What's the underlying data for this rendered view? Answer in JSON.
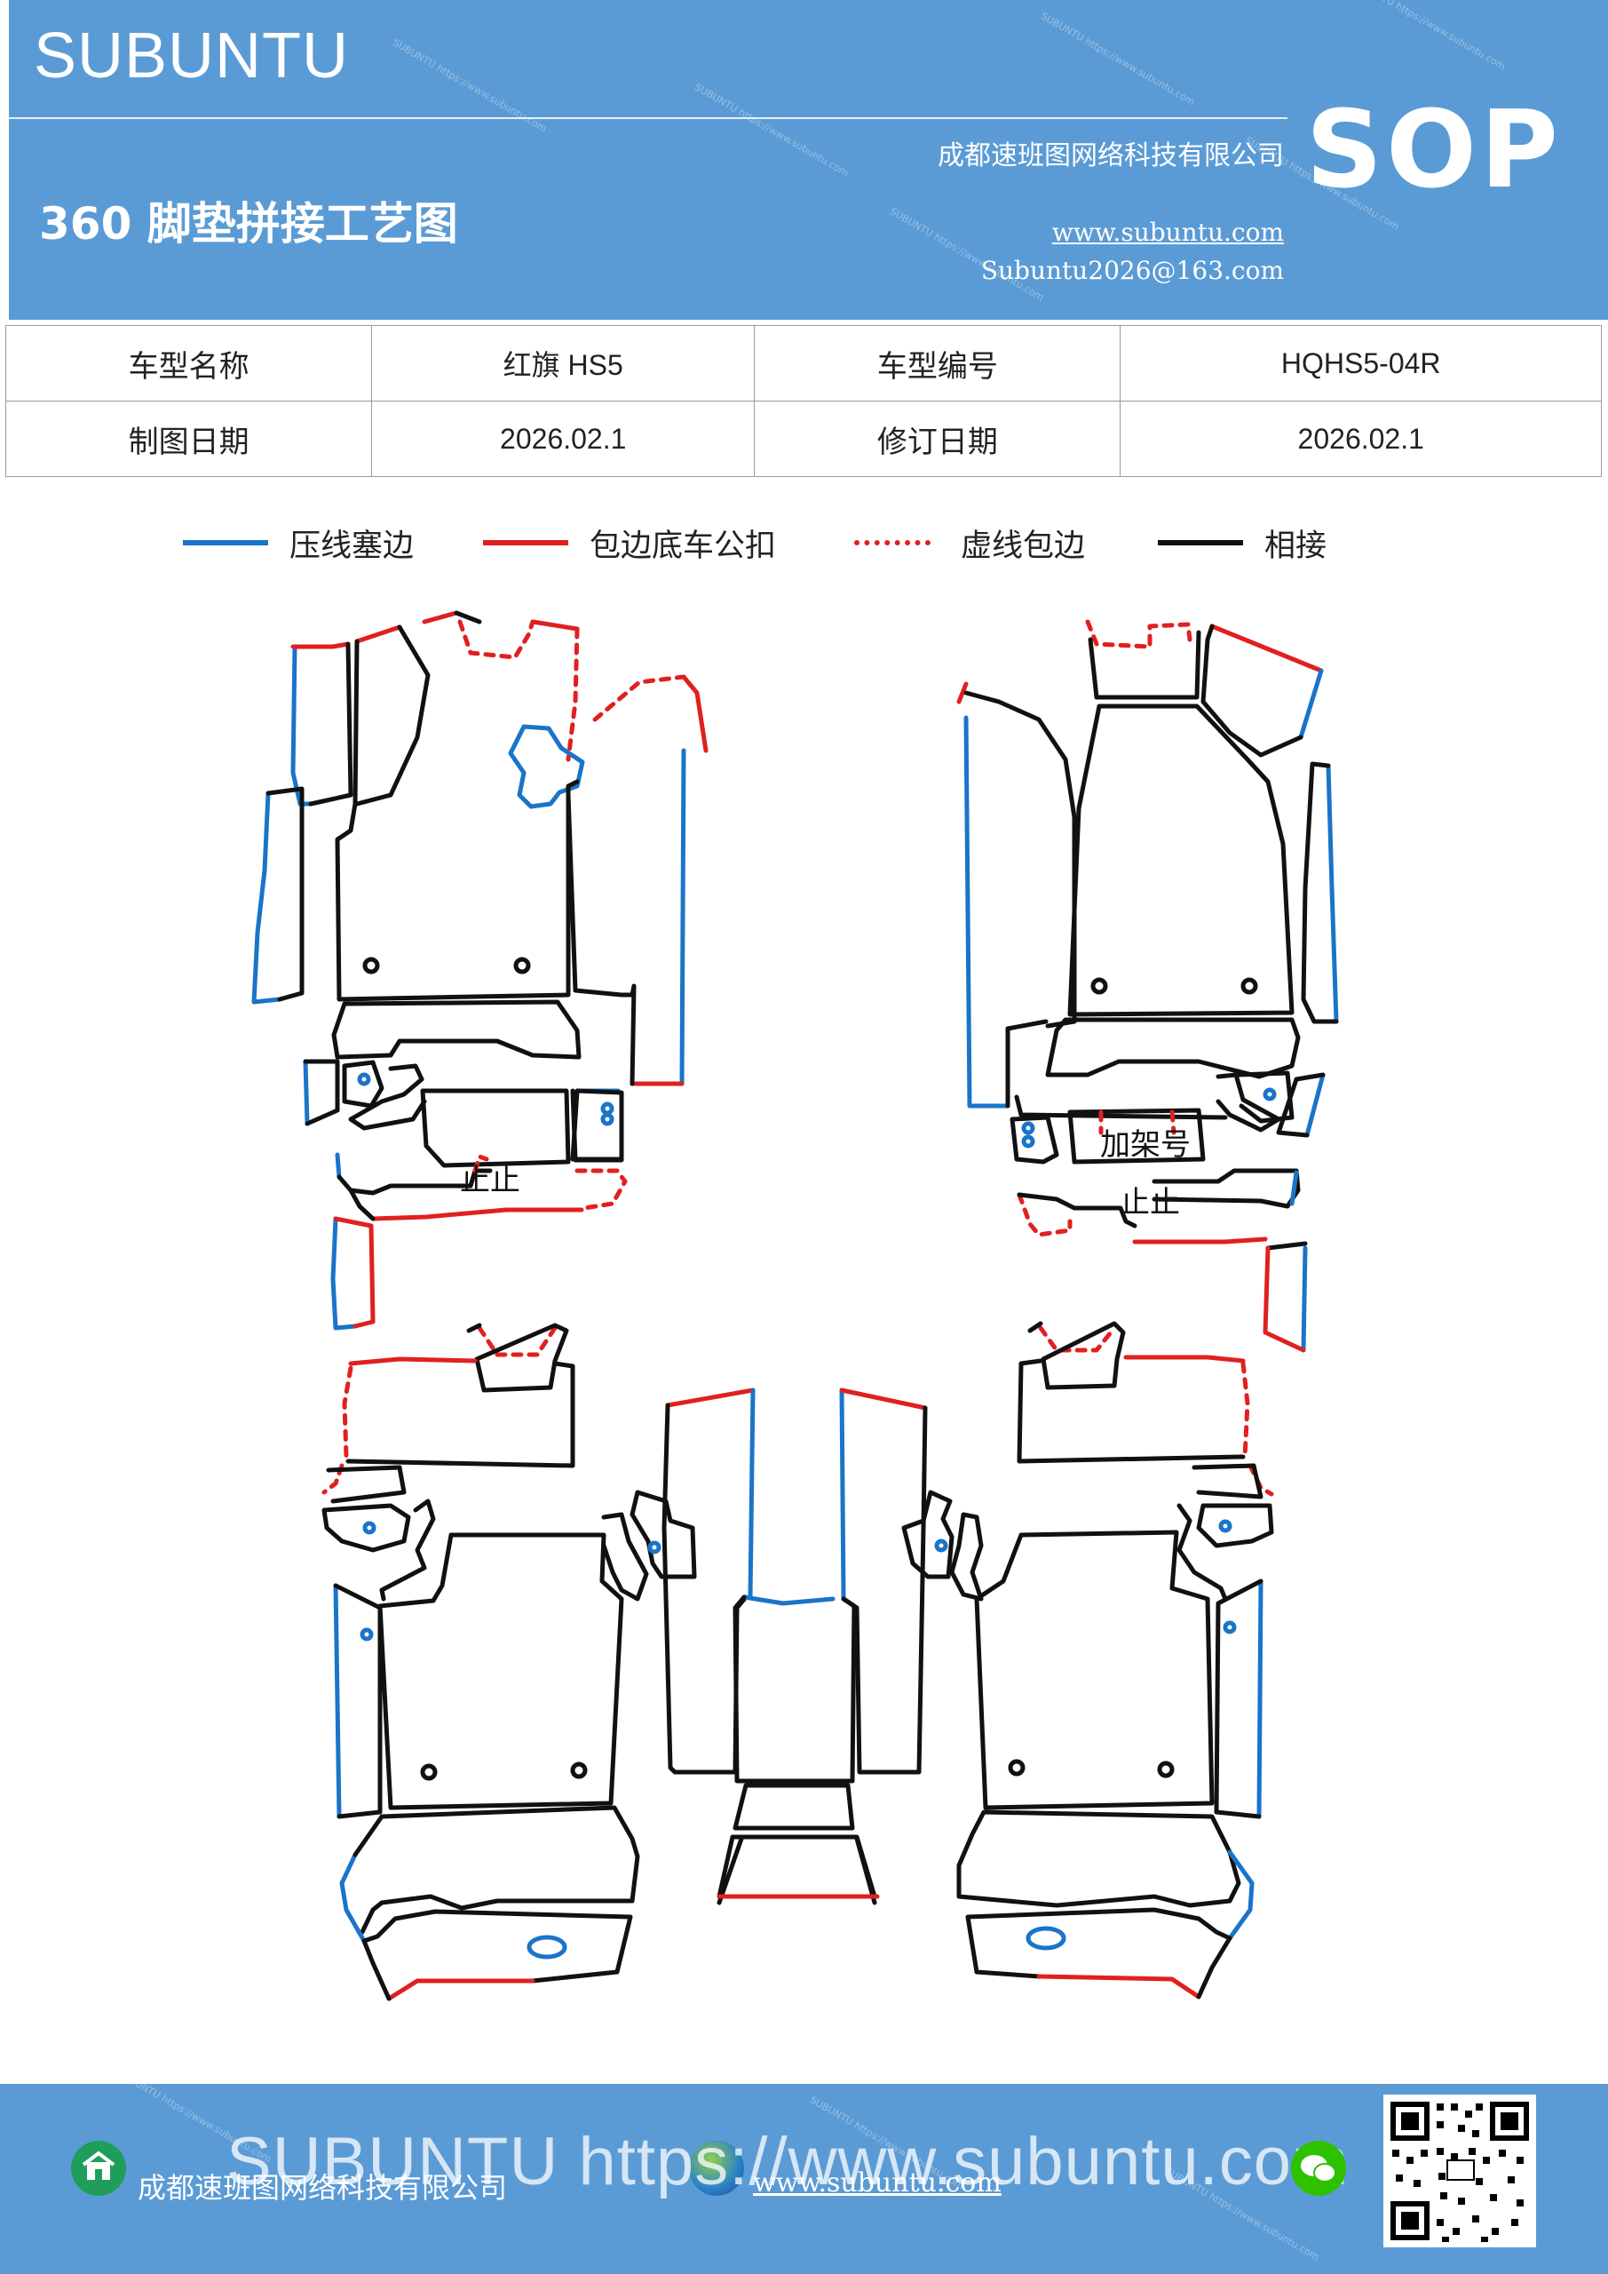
{
  "header": {
    "brand": "SUBUNTU",
    "title": "360 脚垫拼接工艺图",
    "company": "成都速班图网络科技有限公司",
    "website": "www.subuntu.com",
    "email": "Subuntu2026@163.com",
    "badge": "SOP",
    "watermark": "SUBUNTU https://www.subuntu.com"
  },
  "info_table": {
    "rows": [
      [
        "车型名称",
        "红旗 HS5",
        "车型编号",
        "HQHS5-04R"
      ],
      [
        "制图日期",
        "2026.02.1",
        "修订日期",
        "2026.02.1"
      ]
    ]
  },
  "legend": [
    {
      "label": "压线塞边",
      "color": "#1a74c9",
      "style": "solid"
    },
    {
      "label": "包边底车公扣",
      "color": "#e02020",
      "style": "solid"
    },
    {
      "label": "虚线包边",
      "color": "#e02020",
      "style": "dashed"
    },
    {
      "label": "相接",
      "color": "#111111",
      "style": "solid"
    }
  ],
  "diagram": {
    "label_right_front": "加架号",
    "mark_left": "止止",
    "mark_right": "止止"
  },
  "colors": {
    "blue": "#1a74c9",
    "red": "#e02020",
    "black": "#111111",
    "header": "#5b9bd5"
  },
  "footer": {
    "company": "成都速班图网络科技有限公司",
    "website": "www.subuntu.com",
    "watermark_text": "SUBUNTU https://www.subuntu.com",
    "icons": [
      "home-icon",
      "globe-icon",
      "wechat-icon",
      "qr-code"
    ]
  }
}
